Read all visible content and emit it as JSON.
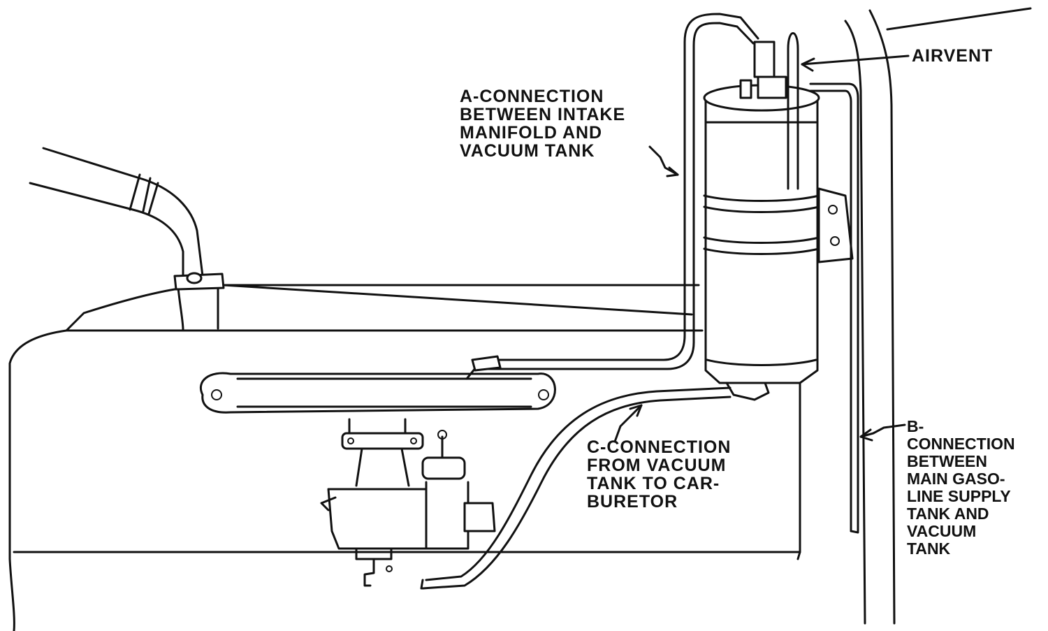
{
  "labels": {
    "airvent": "AIRVENT",
    "a": [
      "A-CONNECTION",
      "BETWEEN INTAKE",
      "MANIFOLD AND",
      "VACUUM TANK"
    ],
    "b": [
      "B-",
      "CONNECTION",
      "BETWEEN",
      "MAIN GASO-",
      "LINE SUPPLY",
      "TANK AND",
      "VACUUM",
      "TANK"
    ],
    "c": [
      "C-CONNECTION",
      "FROM VACUUM",
      "TANK TO CAR-",
      "BURETOR"
    ]
  },
  "colors": {
    "ink": "#111111",
    "paper": "#ffffff"
  }
}
